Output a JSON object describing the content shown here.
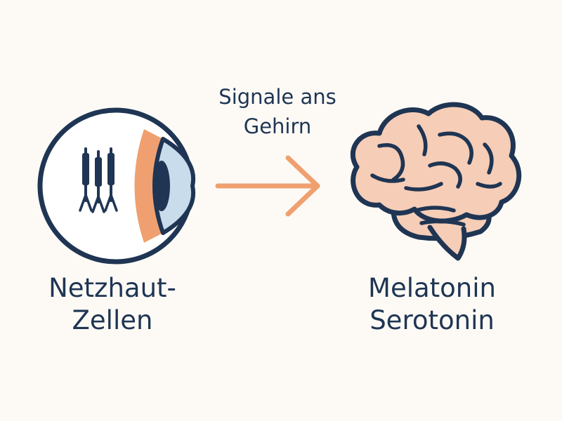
{
  "arrow_label": {
    "line1": "Signale ans",
    "line2": "Gehirn"
  },
  "eye_label": {
    "line1": "Netzhaut-",
    "line2": "Zellen"
  },
  "brain_label": {
    "line1": "Melatonin",
    "line2": "Serotonin"
  },
  "colors": {
    "background": "#fdfaf6",
    "outline": "#1f3553",
    "accent_orange": "#f0a070",
    "lens_blue": "#c8dceb",
    "brain_fill": "#f6cdb7"
  },
  "icons": {
    "eye": "eye-icon",
    "photoreceptor": "photoreceptor-cells-icon",
    "arrow": "arrow-right-icon",
    "brain": "brain-icon"
  }
}
